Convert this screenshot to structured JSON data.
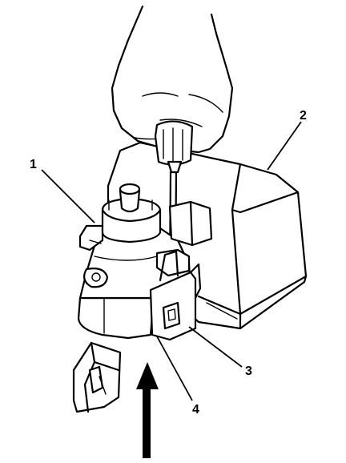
{
  "callouts": [
    {
      "id": "1",
      "label": "1"
    },
    {
      "id": "2",
      "label": "2"
    },
    {
      "id": "3",
      "label": "3"
    },
    {
      "id": "4",
      "label": "4"
    }
  ],
  "colors": {
    "ink": "#000000",
    "paper": "#ffffff"
  },
  "icons": [
    "hand-icon",
    "screwdriver-icon",
    "insertion-arrow-icon"
  ]
}
